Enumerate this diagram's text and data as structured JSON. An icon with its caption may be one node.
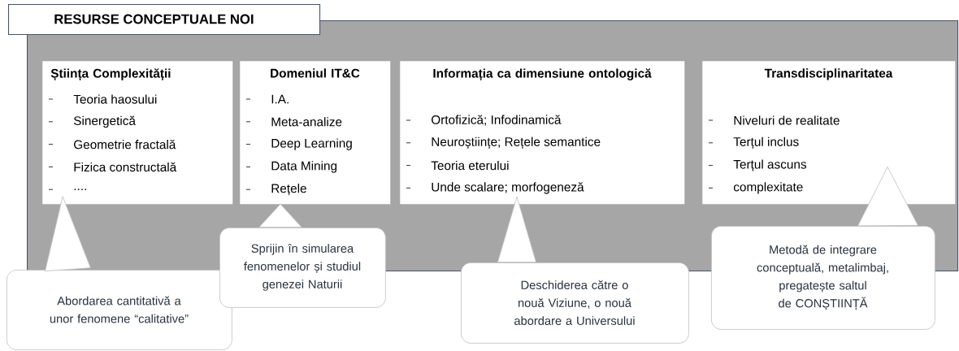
{
  "diagram": {
    "nodes": [
      {
        "text": [
          "RESURSE CONCEPTUALE NOI"
        ]
      },
      {
        "text": [
          "Știința Complexității",
          "Teoria haosului",
          "Sinergetică",
          "Geometrie fractală",
          "Fizica constructală",
          "...."
        ],
        "in": 0
      },
      {
        "text": [
          "Domeniul IT&C",
          "I.A.",
          "Meta-analize",
          "Deep Learning",
          "Data Mining",
          "Rețele"
        ],
        "in": 0
      },
      {
        "text": [
          "Informația ca dimensiune ontologică",
          "Ortofizică; Infodinamică",
          "Neuroștiințe; Rețele semantice",
          "Teoria eterului",
          "Unde scalare; morfogeneză"
        ],
        "in": 0
      },
      {
        "text": [
          "Transdisciplinaritatea",
          "Niveluri de realitate",
          "Terțul inclus",
          "Terțul ascuns",
          "complexitate"
        ],
        "in": 0
      },
      {
        "text": [
          "Abordarea cantitativă a unor fenomene “calitative”"
        ]
      },
      {
        "text": [
          "Sprijin în simularea fenomenelor și studiul genezei Naturii"
        ]
      },
      {
        "text": [
          "Deschiderea către o nouă Viziune, o nouă abordare a Universului"
        ]
      },
      {
        "text": [
          "Metodă de integrare conceptuală, metalimbaj, pregatește saltul de CONȘTIINȚĂ"
        ]
      }
    ],
    "edges": [
      {
        "from": 5,
        "to": 1,
        "arrow": "to"
      },
      {
        "from": 6,
        "to": 2,
        "arrow": "to"
      },
      {
        "from": 7,
        "to": 3,
        "arrow": "to"
      },
      {
        "from": 8,
        "to": 4,
        "arrow": "to"
      }
    ]
  }
}
